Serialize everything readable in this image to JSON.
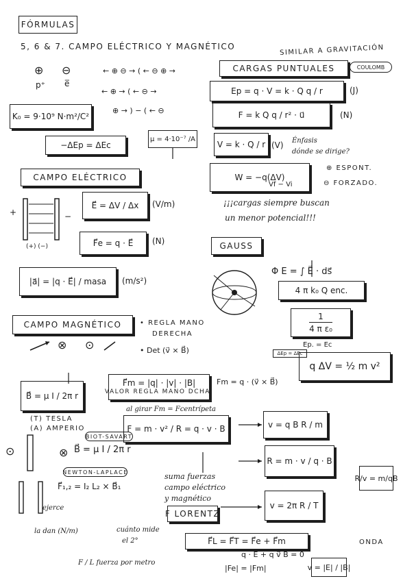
{
  "header": {
    "title": "FÓRMULAS",
    "subtitle": "5, 6 & 7.  CAMPO ELÉCTRICO Y MAGNÉTICO",
    "top_right_note": "SIMILAR A GRAVITACIÓN"
  },
  "charges": {
    "plus_symbol": "⊕",
    "minus_symbol": "⊖",
    "proton_label": "p⁺",
    "electron_label": "e̅",
    "rule_attract_1": "← ⊕ ⊖ → ( ← ⊖ ⊕ →",
    "rule_attract_2": "← ⊕ → ( ← ⊖ →",
    "rule_repel": "⊕ → ) − ( ← ⊖"
  },
  "left_formulas": {
    "k0": "K₀ = 9·10⁹ N·m²/C²",
    "energy": "−ΔEp = ΔEc",
    "mu": "μ = 4·10⁻⁷ /A",
    "campo_electrico_title": "CAMPO ELÉCTRICO",
    "e_field": "E⃗ = ΔV / Δx",
    "e_field_units": "(V/m)",
    "force": "F⃗e = q · E⃗",
    "force_units": "(N)",
    "accel": "|a⃗| = |q · E⃗| / masa",
    "accel_units": "(m/s²)",
    "plate_left": "+",
    "plate_right": "−",
    "plate_label": "(+)   (−)"
  },
  "puntuales": {
    "title": "CARGAS PUNTUALES",
    "coulomb_tag": "COULOMB",
    "ep": "Ep = q · V = k · Q q / r",
    "ep_units": "(J)",
    "f": "F = k  Q q / r² · u⃗",
    "f_units": "(N)",
    "v": "V = k · Q / r",
    "v_units": "(V)",
    "v_note_1": "Énfasis",
    "v_note_2": "dónde se dirige?",
    "w": "W = −q(ΔV)",
    "w_sub": "Vf − Vi",
    "espont": "⊕ ESPONT.",
    "forzado": "⊖ FORZADO.",
    "note_1": "¡¡¡cargas siempre buscan",
    "note_2": "un menor potencial!!!"
  },
  "gauss": {
    "title": "GAUSS",
    "flux": "Φ E = ∫ E⃗ · ds⃗",
    "enc": "4 π k₀ Q enc.",
    "eps_num": "1",
    "eps_den": "4 π ε₀",
    "ep_ec_label": "Ep.  =  Ec",
    "ep_ec_tag": "ΔEp = ΔEc",
    "kinetic": "q ΔV = ½ m v²"
  },
  "magnetico": {
    "title": "CAMPO MAGNÉTICO",
    "regla": "• REGLA MANO",
    "derecha": "DERECHA",
    "det": "• Det (v⃗ × B⃗)",
    "b_solenoid": "B⃗ = μ I / 2π r",
    "tesla": "(T) TESLA",
    "amperio": "(A) AMPERIO",
    "flx": "F⃗m = |q| · |v| · |B|",
    "flx_note": "VALOR REGLA MANO DCHA.",
    "fm_vec": "Fm = q · (v⃗ × B⃗)",
    "al_girar": "al girar  Fm = Fcentrípeta",
    "fc": "F = m · v² / R = q · v · B",
    "biot": "BIOT-SAVART",
    "b_wire": "B⃗ = μ I / 2π r",
    "laplace": "Newton-LAPLACE",
    "f12": "F⃗₁,₂ = I₂ L₂ × B⃗₁",
    "v_eq": "v = q B R / m",
    "r_eq": "R = m · v / q · B",
    "rv_eq": "R/v = m/qB",
    "period": "v = 2π R / T",
    "suma": "suma fuerzas",
    "campo_el_mag_1": "campo eléctrico",
    "campo_el_mag_2": "y magnético",
    "florentz": "F LORENTZ",
    "fl_eq": "F⃗L = F⃗T = F⃗e + F⃗m",
    "qe_qvb": "q · E⃗ + q v⃗ B⃗ = 0",
    "fe_fm": "|Fe| = |Fm|",
    "onda": "ONDA",
    "v_ratio": "v = |E| / |B|",
    "bottom_note_1": "la   dan   (N/m)",
    "bottom_note_2": "F / L  fuerza por metro",
    "bottom_note_3": "cuánto mide",
    "bottom_note_4": "el 2°",
    "ejerce": "ejerce"
  }
}
